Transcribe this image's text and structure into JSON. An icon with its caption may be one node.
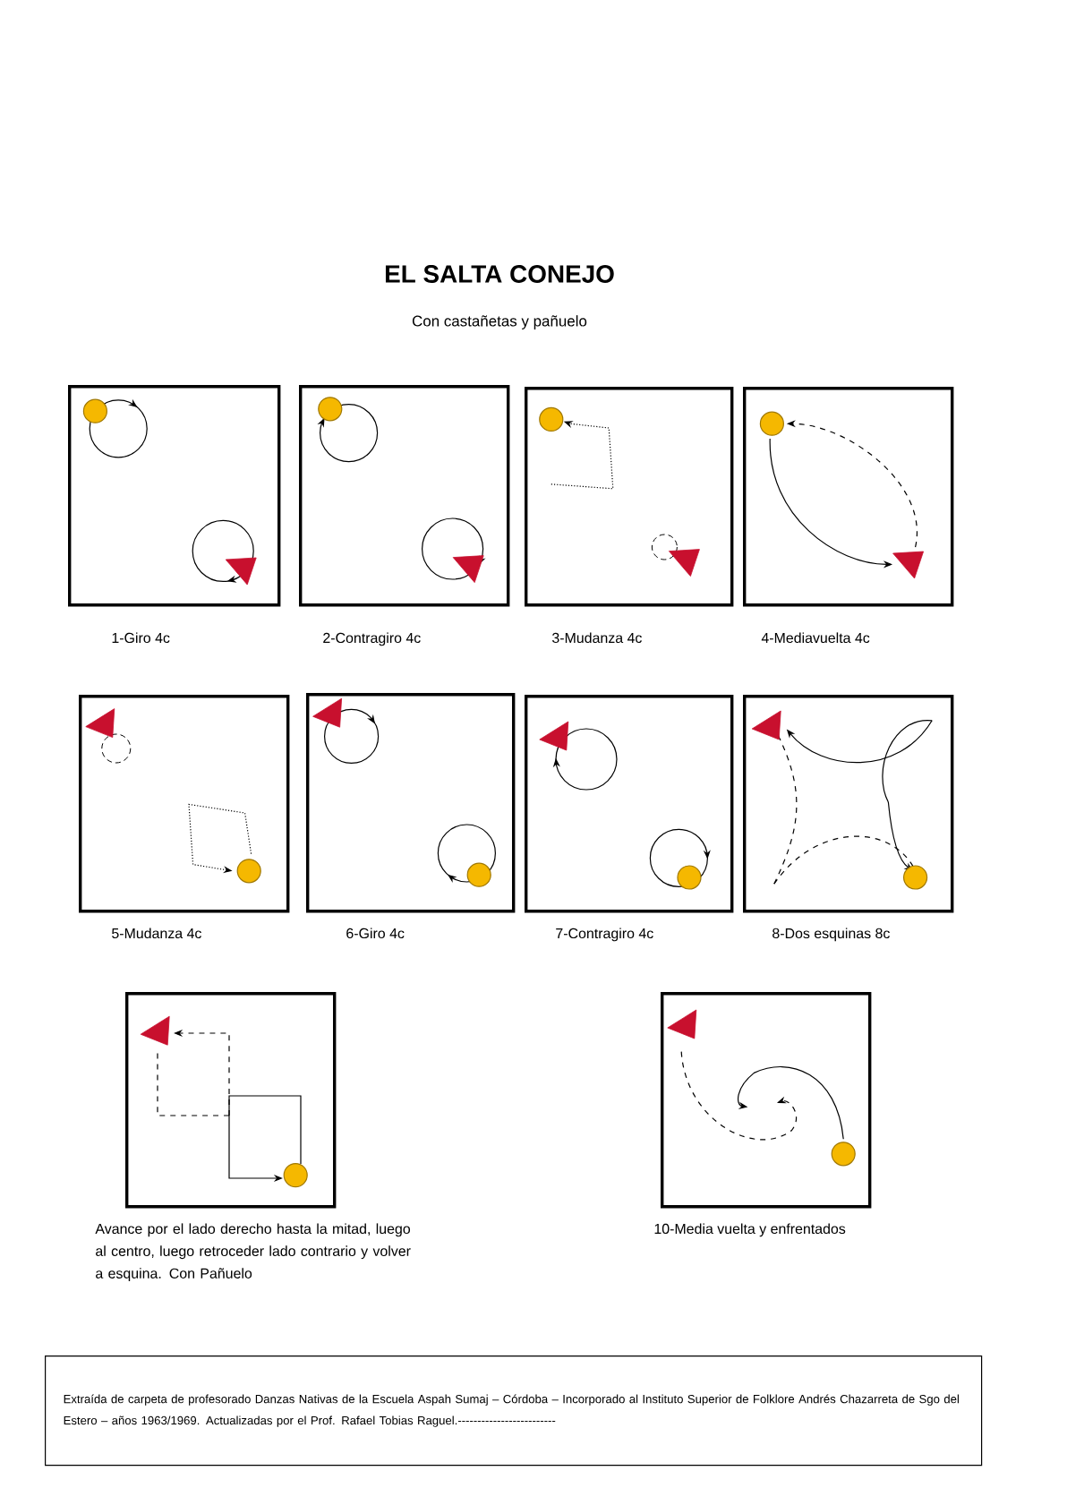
{
  "diagram": {
    "title": "EL SALTA CONEJO",
    "nodes": [
      {
        "text": [],
        "shape": "box",
        "beside": [
          "1-Giro 4c"
        ]
      },
      {
        "text": [],
        "shape": "box",
        "beside": [
          "2-Contragiro 4c"
        ]
      },
      {
        "text": [],
        "shape": "box",
        "beside": [
          "3-Mudanza 4c"
        ]
      },
      {
        "text": [],
        "shape": "box",
        "beside": [
          "4-Mediavuelta  4c"
        ]
      },
      {
        "text": [],
        "shape": "box",
        "beside": [
          "5-Mudanza 4c"
        ]
      },
      {
        "text": [],
        "shape": "box",
        "beside": [
          "6-Giro 4c"
        ]
      },
      {
        "text": [],
        "shape": "box",
        "beside": [
          "7-Contragiro 4c"
        ]
      },
      {
        "text": [],
        "shape": "box",
        "beside": [
          "8-Dos esquinas 8c"
        ]
      },
      {
        "text": [],
        "shape": "box",
        "beside": [
          "Avance por el lado derecho hasta la mitad, luego al centro, luego retroceder lado contrario y volver a esquina. Con Pañuelo"
        ]
      },
      {
        "text": [],
        "shape": "box",
        "beside": [
          "10-Media vuelta y enfrentados"
        ]
      },
      {
        "text": [
          "Extraída de carpeta de profesorado Danzas Nativas de la Escuela Aspah Sumaj – Córdoba – Incorporado al Instituto Superior de Folklore Andrés Chazarreta de Sgo del Estero – años 1963/1969. Actualizadas por el Prof. Rafael Tobias Raguel.-------------------------"
        ]
      }
    ],
    "labels": [
      "Con castañetas y pañuelo"
    ]
  }
}
